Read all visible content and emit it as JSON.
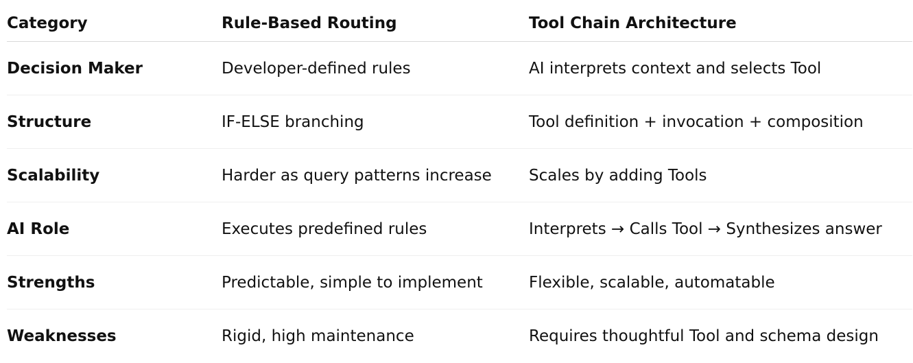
{
  "table": {
    "headers": [
      "Category",
      "Rule-Based Routing",
      "Tool Chain Architecture"
    ],
    "rows": [
      {
        "category": "Decision Maker",
        "rule_based": "Developer-defined rules",
        "tool_chain": "AI interprets context and selects Tool"
      },
      {
        "category": "Structure",
        "rule_based": "IF-ELSE branching",
        "tool_chain": "Tool definition + invocation + composition"
      },
      {
        "category": "Scalability",
        "rule_based": "Harder as query patterns increase",
        "tool_chain": "Scales by adding Tools"
      },
      {
        "category": "AI Role",
        "rule_based": "Executes predefined rules",
        "tool_chain": "Interprets → Calls Tool → Synthesizes answer"
      },
      {
        "category": "Strengths",
        "rule_based": "Predictable, simple to implement",
        "tool_chain": "Flexible, scalable, automatable"
      },
      {
        "category": "Weaknesses",
        "rule_based": "Rigid, high maintenance",
        "tool_chain": "Requires thoughtful Tool and schema design"
      }
    ]
  }
}
